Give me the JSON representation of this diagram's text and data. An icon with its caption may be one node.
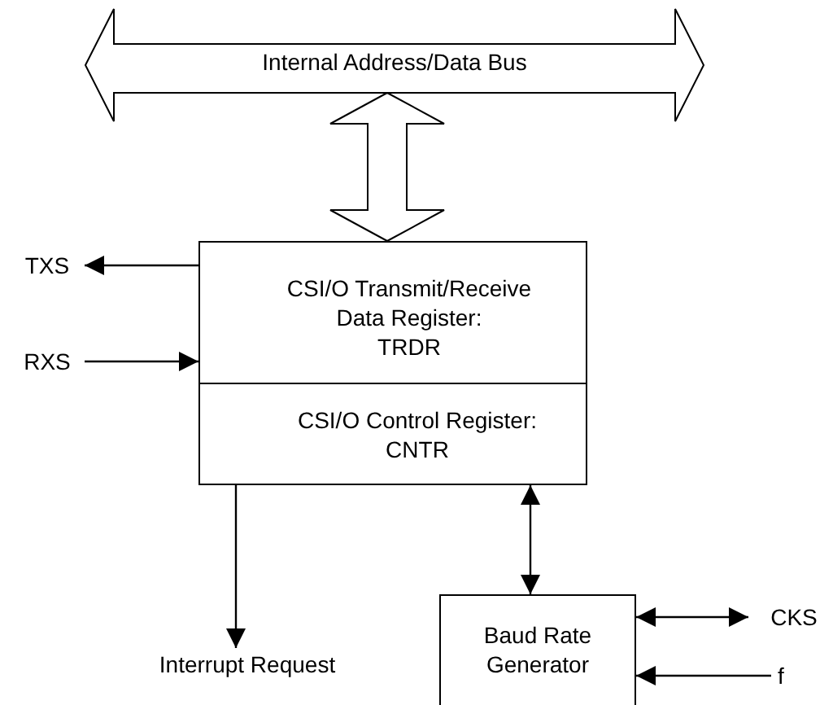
{
  "diagram": {
    "nodes": [
      {
        "text": [
          "Internal Address/Data Bus"
        ]
      },
      {
        "text": [
          "CSI/O Transmit/Receive Data Register:",
          "TRDR"
        ]
      },
      {
        "text": [
          "CSI/O Control Register:",
          "CNTR"
        ]
      },
      {
        "text": [
          "TXS"
        ]
      },
      {
        "text": [
          "RXS"
        ]
      },
      {
        "text": [
          "Interrupt Request"
        ]
      },
      {
        "text": [
          "Baud Rate Generator"
        ]
      },
      {
        "text": [
          "CKS"
        ]
      },
      {
        "text": [
          "f"
        ]
      }
    ],
    "edges": [
      {
        "from": 0,
        "to": 1,
        "arrow": "both",
        "style": "thick"
      },
      {
        "from": 1,
        "to": 3,
        "arrow": "to"
      },
      {
        "from": 4,
        "to": 1,
        "arrow": "to"
      },
      {
        "from": 2,
        "to": 5,
        "arrow": "to"
      },
      {
        "from": 2,
        "to": 6,
        "arrow": "both"
      },
      {
        "from": 6,
        "to": 7,
        "arrow": "both"
      },
      {
        "from": 8,
        "to": 6,
        "arrow": "to"
      }
    ]
  }
}
